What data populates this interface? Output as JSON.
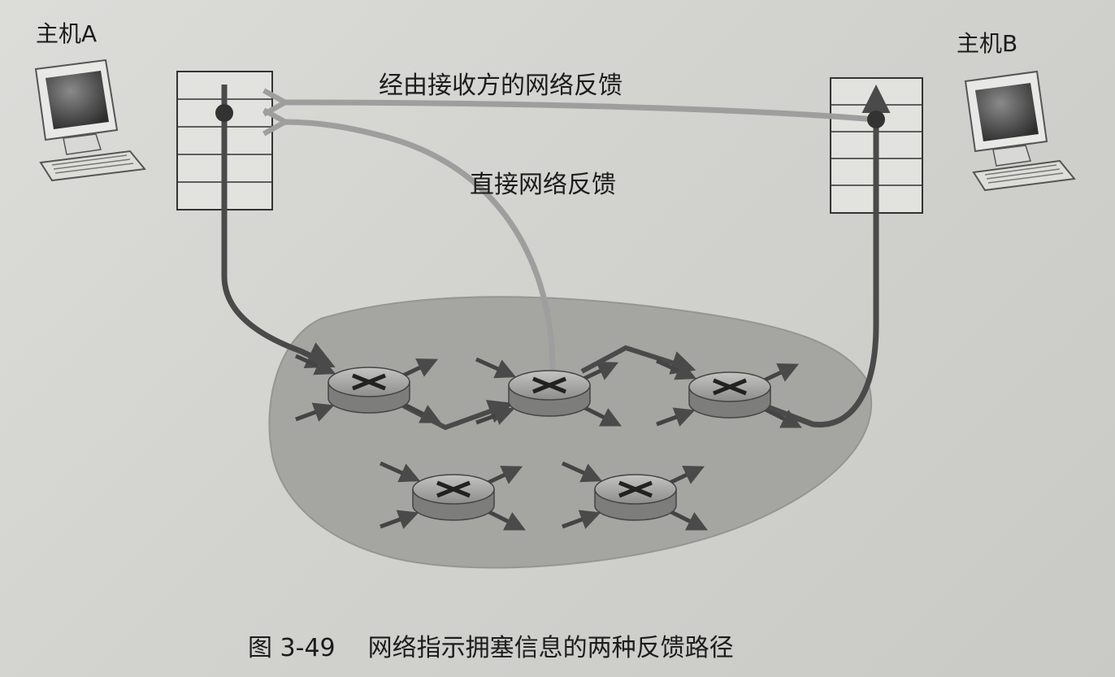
{
  "labels": {
    "host_a": "主机A",
    "host_b": "主机B",
    "receiver_feedback": "经由接收方的网络反馈",
    "direct_feedback": "直接网络反馈"
  },
  "caption": {
    "number": "图 3-49",
    "text": "网络指示拥塞信息的两种反馈路径"
  },
  "colors": {
    "path_dark": "#4a4a4a",
    "path_light": "#9b9b9b",
    "network_cloud": "#a4a4a1",
    "router": "#8e8e8c"
  },
  "icons": {
    "host": "desktop-computer-icon",
    "router": "router-icon",
    "buffer": "buffer-queue"
  }
}
